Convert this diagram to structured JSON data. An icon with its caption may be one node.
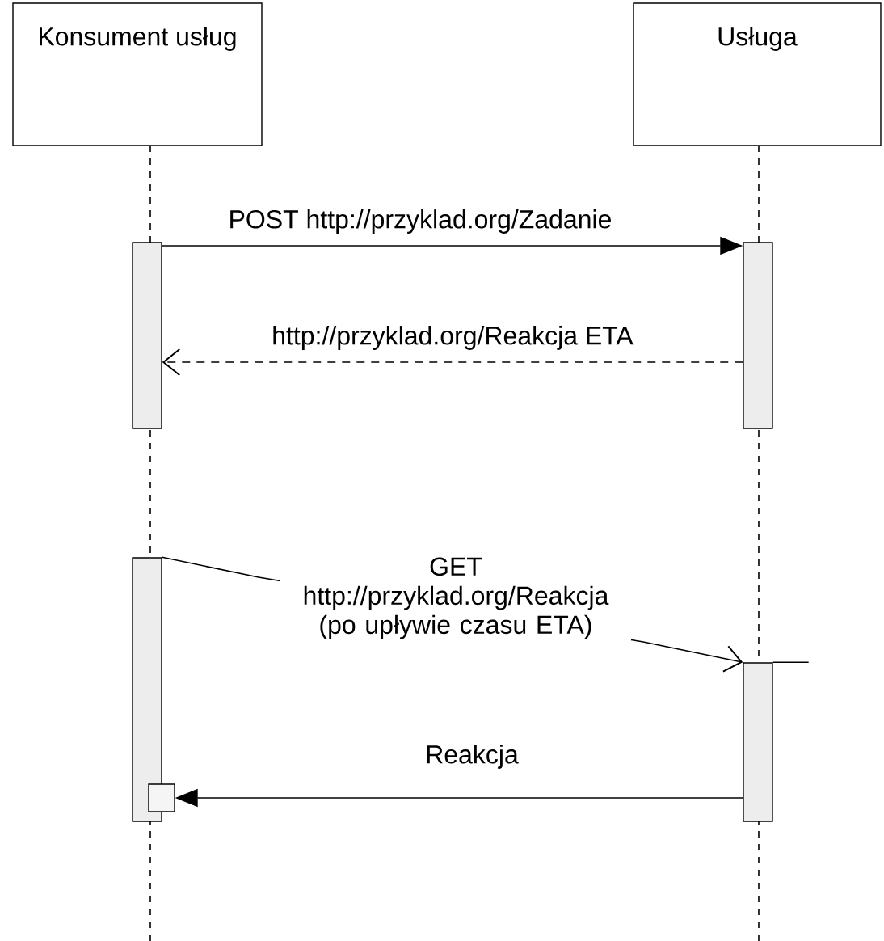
{
  "diagram": {
    "nodes": [
      {
        "text": [
          "Konsument usług"
        ]
      },
      {
        "text": [
          "Usługa"
        ]
      },
      {
        "text": [],
        "shape": "bar"
      },
      {
        "text": [],
        "shape": "bar"
      },
      {
        "text": [],
        "shape": "bar"
      },
      {
        "text": [],
        "shape": "bar"
      },
      {
        "text": [],
        "shape": "box"
      }
    ],
    "edges": [
      {
        "from": 2,
        "to": 3,
        "arrow": "to",
        "label": "POST http://przyklad.org/Zadanie"
      },
      {
        "from": 3,
        "to": 2,
        "arrow": "to",
        "style": "dashed",
        "label": "http://przyklad.org/Reakcja ETA"
      },
      {
        "from": 4,
        "to": 5,
        "arrow": "to",
        "label": "GET http://przyklad.org/Reakcja (po upływie czasu ETA)"
      },
      {
        "from": 5,
        "to": 6,
        "arrow": "to",
        "label": "Reakcja"
      }
    ]
  }
}
